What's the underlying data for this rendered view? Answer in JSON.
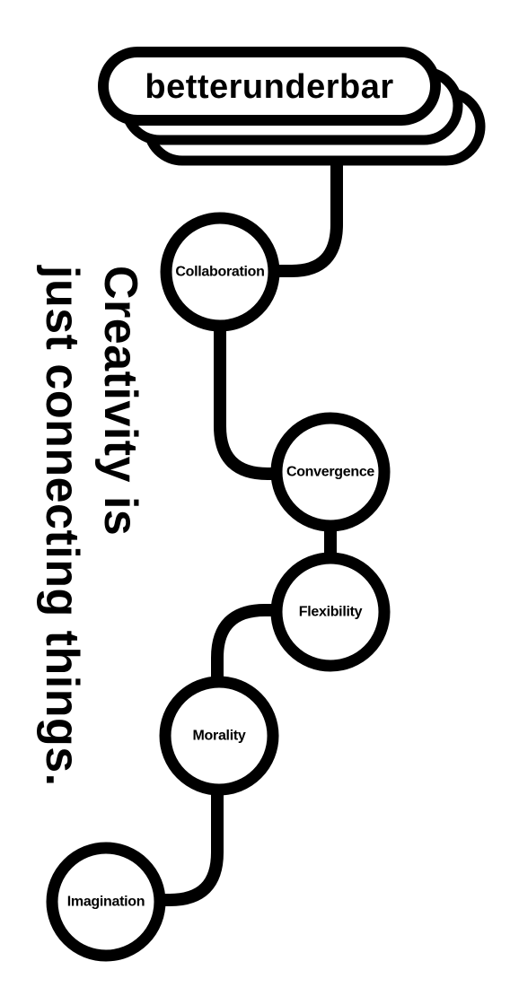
{
  "brand": {
    "name": "betterunderbar"
  },
  "tagline": {
    "line1": "Creativity is",
    "line2": "just connecting things."
  },
  "nodes": [
    {
      "label": "Collaboration"
    },
    {
      "label": "Convergence"
    },
    {
      "label": "Flexibility"
    },
    {
      "label": "Morality"
    },
    {
      "label": "Imagination"
    }
  ],
  "colors": {
    "ink": "#000000",
    "background": "#ffffff"
  }
}
